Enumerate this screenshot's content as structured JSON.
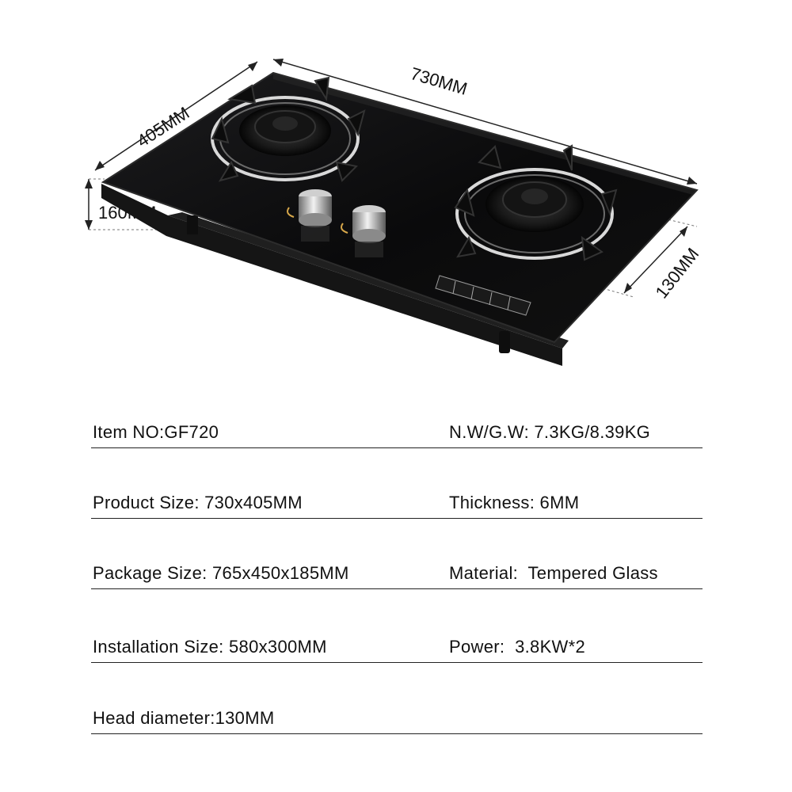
{
  "dimensions": {
    "length": "730MM",
    "width": "405MM",
    "height": "160MM",
    "head": "130MM"
  },
  "specs": [
    {
      "left": "Item NO:GF720",
      "right": "N.W/G.W: 7.3KG/8.39KG"
    },
    {
      "left": "Product Size: 730x405MM",
      "right": "Thickness: 6MM"
    },
    {
      "left": "Package Size: 765x450x185MM",
      "right": "Material:  Tempered Glass"
    },
    {
      "left": "Installation Size: 580x300MM",
      "right": "Power:  3.8KW*2"
    },
    {
      "left": "Head diameter:130MM",
      "right": ""
    }
  ],
  "colors": {
    "glass": "#0b0b0c",
    "steel": "#c9c9c9",
    "text": "#111111"
  }
}
